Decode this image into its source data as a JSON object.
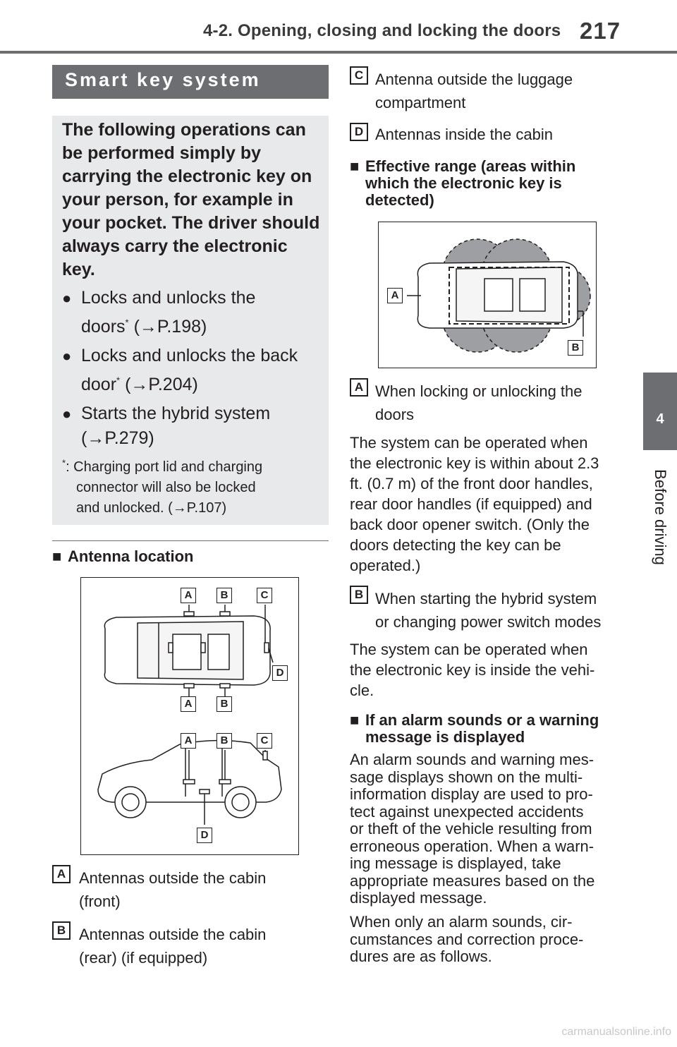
{
  "header": {
    "title": "4-2. Opening, closing and locking the doors",
    "page_number": "217"
  },
  "side_tab": {
    "number": "4",
    "label": "Before driving"
  },
  "section": {
    "title": "Smart key system",
    "intro": "The following operations can be performed simply by carrying the electronic key on your person, for example in your pocket. The driver should always carry the electronic key.",
    "bullets": [
      {
        "line1": "Locks and unlocks the",
        "line2_pre": "doors",
        "sup": "*",
        "ref": "(→P.198)"
      },
      {
        "line1": "Locks and unlocks the back",
        "line2_pre": "door",
        "sup": "*",
        "ref": "(→P.204)"
      },
      {
        "line1": "Starts the hybrid system",
        "line2_pre": "",
        "sup": "",
        "ref": "(→P.279)"
      }
    ],
    "note_marker": "*",
    "note_line1": ": Charging port lid and charging",
    "note_line2": "connector will also be locked",
    "note_line3": "and unlocked. (→P.107)"
  },
  "antenna_location": {
    "heading": "Antenna location",
    "figure_labels": {
      "a": "A",
      "b": "B",
      "c": "C",
      "d": "D"
    },
    "items": [
      {
        "label": "A",
        "line1": "Antennas outside the cabin",
        "line2": "(front)"
      },
      {
        "label": "B",
        "line1": "Antennas outside the cabin",
        "line2": "(rear) (if equipped)"
      },
      {
        "label": "C",
        "line1": "Antenna outside the luggage",
        "line2": "compartment"
      },
      {
        "label": "D",
        "line1": "Antennas inside the cabin",
        "line2": ""
      }
    ]
  },
  "effective_range": {
    "heading_line1": "Effective range (areas within",
    "heading_line2": "which the electronic key is",
    "heading_line3": "detected)",
    "figure_labels": {
      "a": "A",
      "b": "B"
    },
    "item_a": {
      "label": "A",
      "line1": "When locking or unlocking the",
      "line2": "doors"
    },
    "para_a": [
      "The system can be operated when",
      "the electronic key is within about 2.3",
      "ft. (0.7 m) of the front door handles,",
      "rear door handles (if equipped) and",
      "back door opener switch. (Only the",
      "doors detecting the key can be",
      "operated.)"
    ],
    "item_b": {
      "label": "B",
      "line1": "When starting the hybrid system",
      "line2": "or changing power switch modes"
    },
    "para_b": [
      "The system can be operated when",
      "the electronic key is inside the vehi-",
      "cle."
    ]
  },
  "alarm": {
    "heading_line1": "If an alarm sounds or a warning",
    "heading_line2": "message is displayed",
    "para1": [
      "An alarm sounds and warning mes-",
      "sage displays shown on the multi-",
      "information display are used to pro-",
      "tect against unexpected accidents",
      "or theft of the vehicle resulting from",
      "erroneous operation. When a warn-",
      "ing message is displayed, take",
      "appropriate measures based on the",
      "displayed message."
    ],
    "para2": [
      "When only an alarm sounds, cir-",
      "cumstances and correction proce-",
      "dures are as follows."
    ]
  },
  "watermark": "carmanualsonline.info"
}
